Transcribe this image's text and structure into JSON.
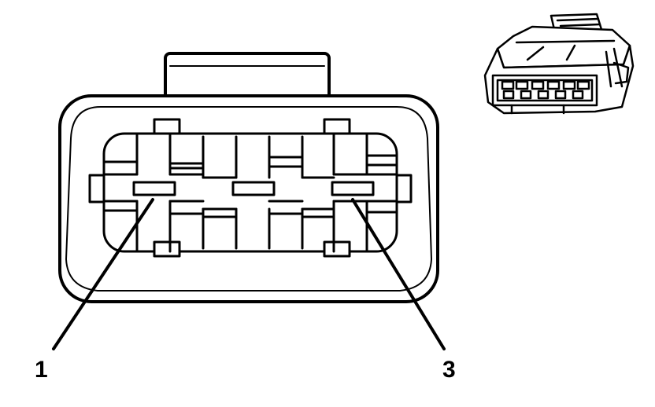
{
  "diagram": {
    "callouts": [
      {
        "id": "1",
        "text": "1"
      },
      {
        "id": "3",
        "text": "3"
      }
    ],
    "colors": {
      "line": "#000000",
      "fill": "#ffffff"
    }
  }
}
